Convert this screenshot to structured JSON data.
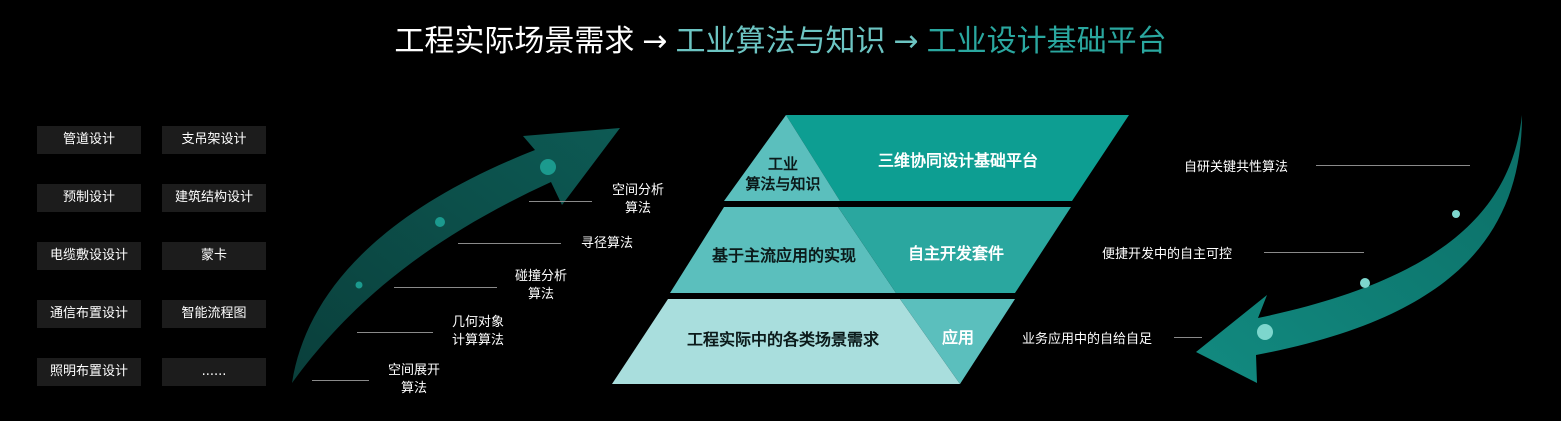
{
  "title": {
    "part1": "工程实际场景需求",
    "arrow": "→",
    "part2": "工业算法与知识",
    "part3": "工业设计基础平台"
  },
  "scenarios": [
    "管道设计",
    "支吊架设计",
    "预制设计",
    "建筑结构设计",
    "电缆敷设设计",
    "蒙卡",
    "通信布置设计",
    "智能流程图",
    "照明布置设计",
    "......"
  ],
  "algorithms": {
    "a1": [
      "空间分析",
      "算法"
    ],
    "a2": [
      "寻径算法"
    ],
    "a3": [
      "碰撞分析",
      "算法"
    ],
    "a4": [
      "几何对象",
      "计算算法"
    ],
    "a5": [
      "空间展开",
      "算法"
    ]
  },
  "pyramid": {
    "top_left": [
      "工业",
      "算法与知识"
    ],
    "top_right": "三维协同设计基础平台",
    "mid_left": "基于主流应用的实现",
    "mid_right": "自主开发套件",
    "bottom_left": "工程实际中的各类场景需求",
    "bottom_right": "应用"
  },
  "right_labels": {
    "r1": "自研关键共性算法",
    "r2": "便捷开发中的自主可控",
    "r3": "业务应用中的自给自足"
  },
  "colors": {
    "dark_teal": "#0d9e92",
    "mid_teal": "#5bbfbd",
    "light_teal": "#a9dedd",
    "arrow_dark": "#0b5e58",
    "arrow_bright": "#128a7e"
  }
}
